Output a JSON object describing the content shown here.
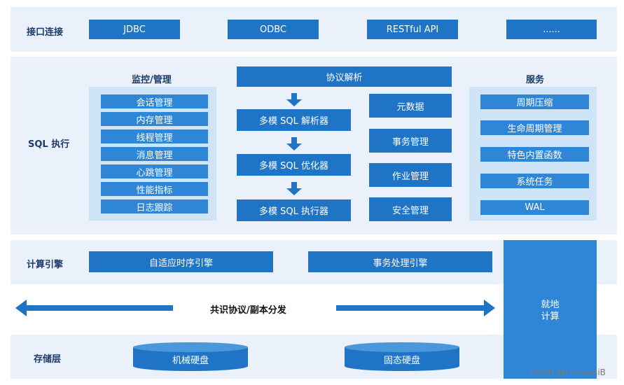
{
  "rows": {
    "interface": "接口连接",
    "sql": "SQL 执行",
    "compute": "计算引擎",
    "storage": "存储层"
  },
  "interface_items": [
    "JDBC",
    "ODBC",
    "RESTful API",
    "......"
  ],
  "monitor": {
    "title": "监控/管理",
    "items": [
      "会话管理",
      "内存管理",
      "线程管理",
      "消息管理",
      "心跳管理",
      "性能指标",
      "日志跟踪"
    ]
  },
  "pipeline": {
    "protocol": "协议解析",
    "steps": [
      "多模 SQL 解析器",
      "多模 SQL 优化器",
      "多模 SQL 执行器"
    ]
  },
  "middle_items": [
    "元数据",
    "事务管理",
    "作业管理",
    "安全管理"
  ],
  "service": {
    "title": "服务",
    "items": [
      "周期压缩",
      "生命周期管理",
      "特色内置函数",
      "系统任务",
      "WAL"
    ]
  },
  "compute_engines": [
    "自适应时序引擎",
    "事务处理引擎"
  ],
  "consensus_label": "共识协议/副本分发",
  "local_compute": [
    "就地",
    "计算"
  ],
  "storage_items": [
    "机械硬盘",
    "固态硬盘"
  ],
  "watermark": "CSDN @LucianaiB",
  "colors": {
    "primary": "#1f74c6",
    "item": "#2f86d6",
    "band": "#eaf1fb",
    "panel": "#cfe4f6"
  }
}
